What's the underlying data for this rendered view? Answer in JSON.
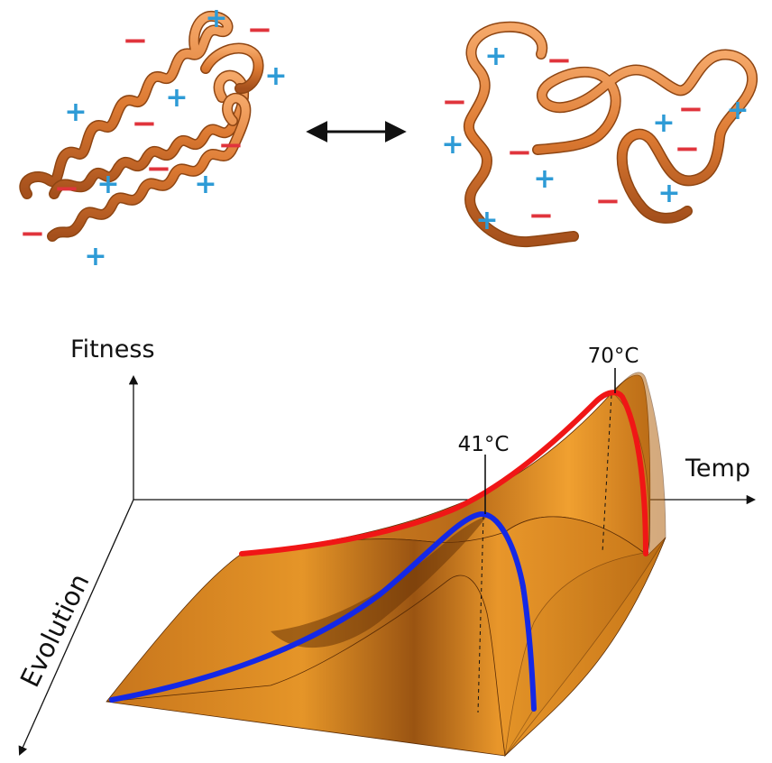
{
  "axes": {
    "y_label": "Fitness",
    "x_label": "Temp",
    "z_label": "Evolution"
  },
  "annotations": {
    "peak_low": "41°C",
    "peak_high": "70°C"
  },
  "charges": {
    "plus": "+",
    "minus": "−"
  },
  "colors": {
    "protein_tube": "#E07A2E",
    "surface": "#E08A1E",
    "plus_charge": "#2E9BD6",
    "minus_charge": "#E0343C",
    "red_curve": "#F01616",
    "blue_curve": "#1428E6"
  }
}
